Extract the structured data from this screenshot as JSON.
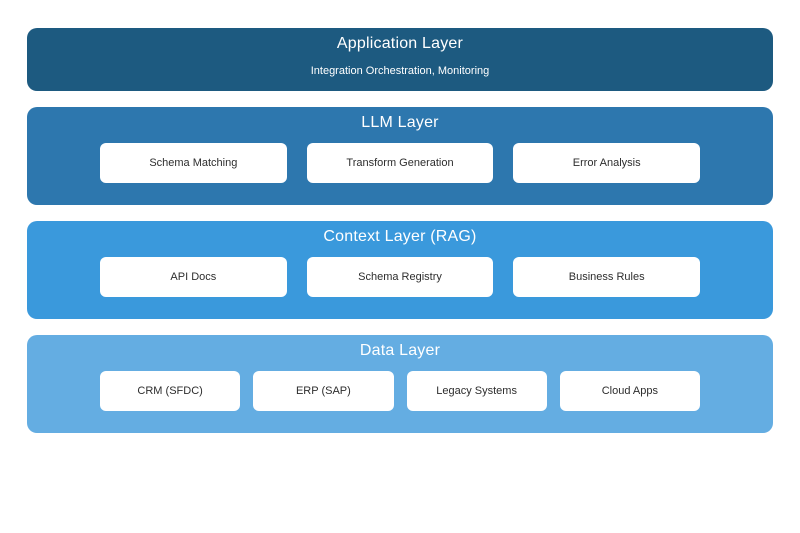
{
  "diagram": {
    "layers": [
      {
        "title": "Application Layer",
        "subtitle": "Integration Orchestration, Monitoring",
        "color": "#1d5a80"
      },
      {
        "title": "LLM Layer",
        "color": "#2d77ae",
        "components": [
          "Schema Matching",
          "Transform Generation",
          "Error Analysis"
        ]
      },
      {
        "title": "Context Layer (RAG)",
        "color": "#3a99dc",
        "components": [
          "API Docs",
          "Schema Registry",
          "Business Rules"
        ]
      },
      {
        "title": "Data Layer",
        "color": "#64ade2",
        "components": [
          "CRM (SFDC)",
          "ERP (SAP)",
          "Legacy Systems",
          "Cloud Apps"
        ]
      }
    ]
  }
}
